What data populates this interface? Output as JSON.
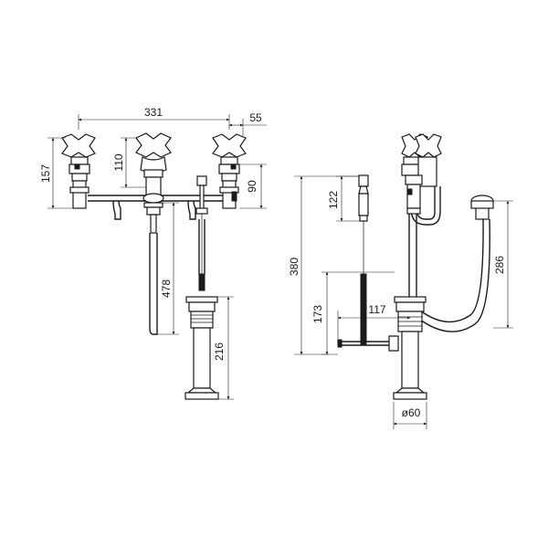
{
  "dimensions": {
    "width_331": "331",
    "offset_55": "55",
    "height_157": "157",
    "height_110": "110",
    "height_90": "90",
    "length_478": "478",
    "height_216": "216",
    "height_380": "380",
    "height_122": "122",
    "height_173": "173",
    "depth_117": "117",
    "height_286": "286",
    "diameter_60": "ø60"
  },
  "colors": {
    "line": "#1a1a1a",
    "background": "#ffffff"
  }
}
